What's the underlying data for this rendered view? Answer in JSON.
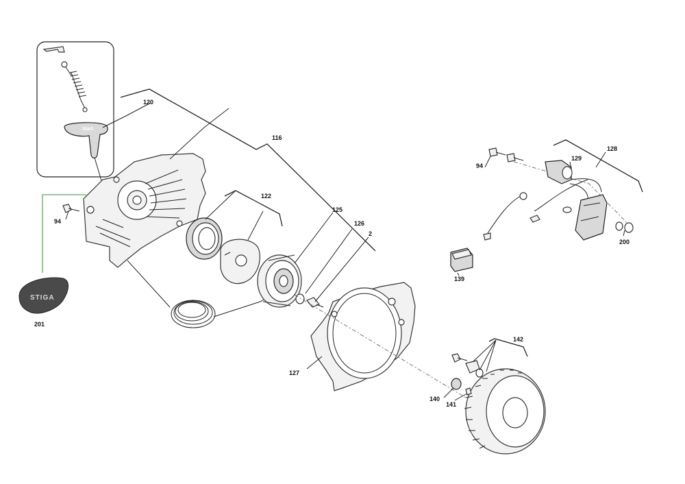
{
  "callouts": [
    {
      "id": "c120",
      "text": "120"
    },
    {
      "id": "c116",
      "text": "116"
    },
    {
      "id": "c122",
      "text": "122"
    },
    {
      "id": "c125",
      "text": "125"
    },
    {
      "id": "c126",
      "text": "126"
    },
    {
      "id": "c2",
      "text": "2"
    },
    {
      "id": "c94a",
      "text": "94"
    },
    {
      "id": "c201",
      "text": "201"
    },
    {
      "id": "c127",
      "text": "127"
    },
    {
      "id": "c142",
      "text": "142"
    },
    {
      "id": "c140",
      "text": "140"
    },
    {
      "id": "c141",
      "text": "141"
    },
    {
      "id": "c94b",
      "text": "94"
    },
    {
      "id": "c128",
      "text": "128"
    },
    {
      "id": "c129",
      "text": "129"
    },
    {
      "id": "c200",
      "text": "200"
    },
    {
      "id": "c139",
      "text": "139"
    }
  ],
  "labels": {
    "logo_text": "STIGA",
    "handle_text": "Start"
  }
}
